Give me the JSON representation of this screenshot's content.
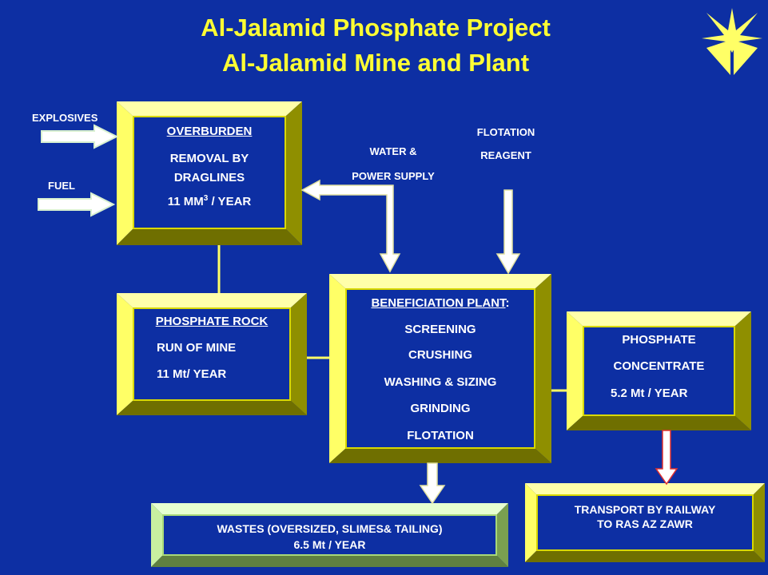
{
  "title": {
    "line1": "Al-Jalamid Phosphate Project",
    "line2": "Al-Jalamid Mine and Plant"
  },
  "logo": {
    "icon": "star-compass-logo-icon",
    "color": "#ffff66"
  },
  "colors": {
    "background": "#0d2fa3",
    "box_face": "#d8d800",
    "text": "#ffffff",
    "title": "#ffff33"
  },
  "inputs": {
    "explosives": "EXPLOSIVES",
    "fuel": "FUEL",
    "water_power_1": "WATER &",
    "water_power_2": "POWER SUPPLY",
    "flotation_1": "FLOTATION",
    "flotation_2": "REAGENT"
  },
  "overburden": {
    "heading": "OVERBURDEN",
    "line1": "REMOVAL BY",
    "line2": "DRAGLINES",
    "rate_prefix": "11 MM",
    "rate_sup": "3",
    "rate_suffix": " / YEAR"
  },
  "phosphate_rock": {
    "heading": "PHOSPHATE  ROCK",
    "line1": "RUN OF MINE",
    "line2": "11 Mt/ YEAR"
  },
  "beneficiation": {
    "heading": "BENEFICIATION PLANT",
    "heading_suffix": ":",
    "steps": [
      "SCREENING",
      "CRUSHING",
      "WASHING & SIZING",
      "GRINDING",
      "FLOTATION"
    ]
  },
  "concentrate": {
    "line1": "PHOSPHATE",
    "line2": "CONCENTRATE",
    "line3": "5.2 Mt / YEAR"
  },
  "wastes": {
    "line1": "WASTES (OVERSIZED, SLIMES& TAILING)",
    "line2": "6.5 Mt / YEAR"
  },
  "transport": {
    "line1": "TRANSPORT BY RAILWAY",
    "line2": "TO RAS AZ  ZAWR"
  }
}
